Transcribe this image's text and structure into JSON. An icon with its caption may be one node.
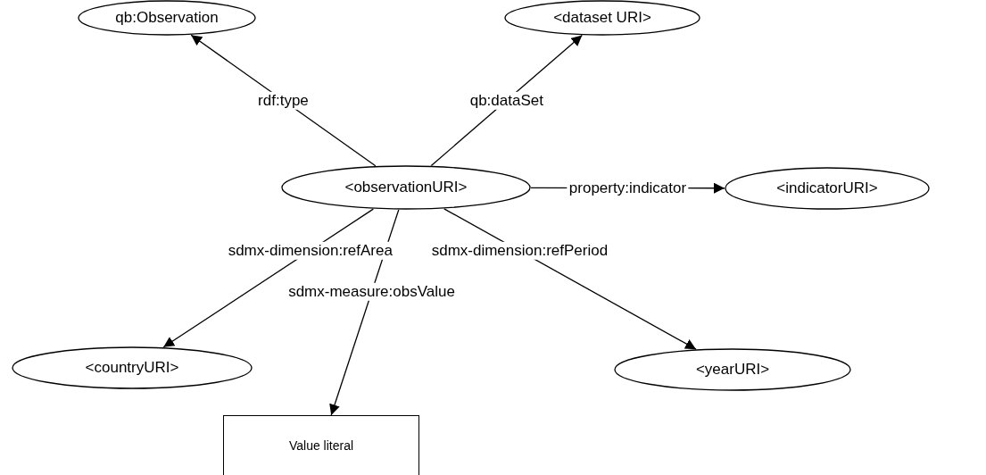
{
  "diagram": {
    "nodes": [
      {
        "text": [
          "qb:Observation"
        ]
      },
      {
        "text": [
          "<dataset URI>"
        ]
      },
      {
        "text": [
          "<observationURI>"
        ]
      },
      {
        "text": [
          "<indicatorURI>"
        ]
      },
      {
        "text": [
          "<countryURI>"
        ]
      },
      {
        "text": [
          "<yearURI>"
        ]
      },
      {
        "text": [
          "Value literal"
        ]
      }
    ],
    "edges": [
      {
        "from": 2,
        "to": 0,
        "arrow": "to",
        "label": "rdf:type"
      },
      {
        "from": 2,
        "to": 1,
        "arrow": "to",
        "label": "qb:dataSet"
      },
      {
        "from": 2,
        "to": 3,
        "arrow": "to",
        "label": "property:indicator"
      },
      {
        "from": 2,
        "to": 4,
        "arrow": "to",
        "label": "sdmx-dimension:refArea"
      },
      {
        "from": 2,
        "to": 6,
        "arrow": "to",
        "label": "sdmx-measure:obsValue"
      },
      {
        "from": 2,
        "to": 5,
        "arrow": "to",
        "label": "sdmx-dimension:refPeriod"
      }
    ]
  }
}
